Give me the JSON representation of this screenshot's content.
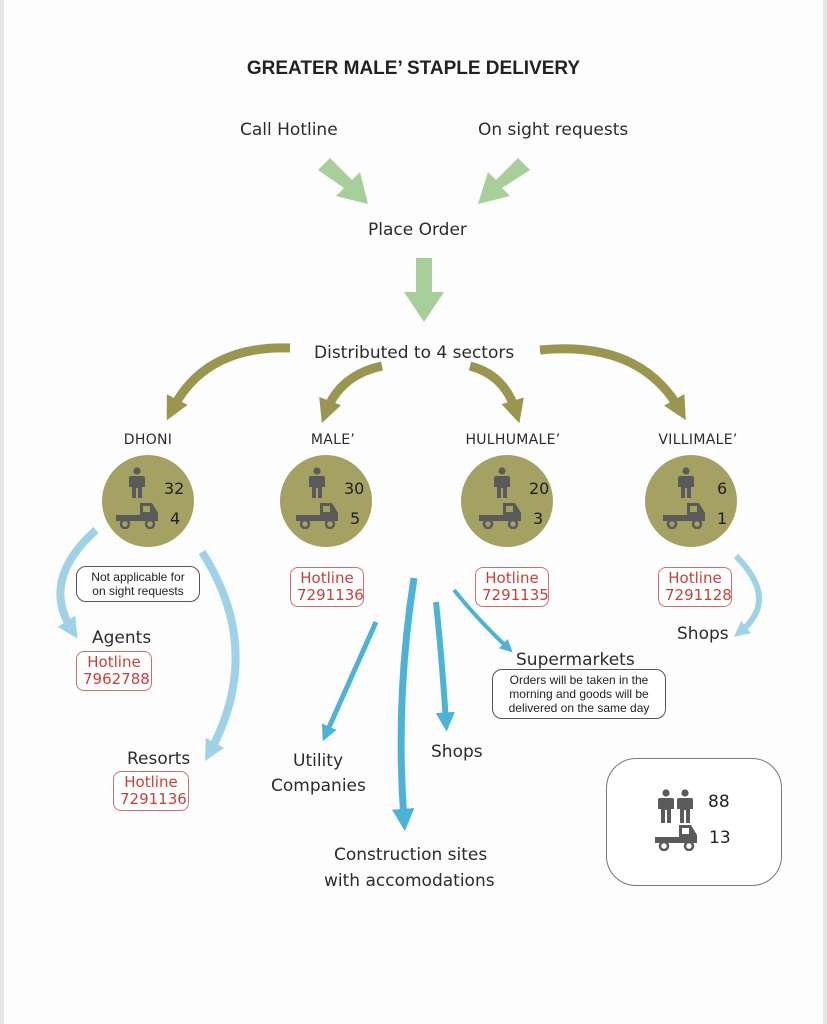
{
  "title": "GREATER MALE’ STAPLE DELIVERY",
  "inputs": {
    "call_hotline": "Call Hotline",
    "on_sight": "On sight requests"
  },
  "place_order": "Place Order",
  "distributed": "Distributed to 4 sectors",
  "sectors": [
    {
      "name": "DHONI",
      "people": "32",
      "trucks": "4",
      "note": [
        "Not applicable for",
        "on sight requests"
      ]
    },
    {
      "name": "MALE’",
      "people": "30",
      "trucks": "5",
      "hotline_label": "Hotline",
      "hotline_number": "7291136"
    },
    {
      "name": "HULHUMALE’",
      "people": "20",
      "trucks": "3",
      "hotline_label": "Hotline",
      "hotline_number": "7291135"
    },
    {
      "name": "VILLIMALE’",
      "people": "6",
      "trucks": "1",
      "hotline_label": "Hotline",
      "hotline_number": "7291128"
    }
  ],
  "destinations": {
    "agents": {
      "label": "Agents",
      "hotline_label": "Hotline",
      "hotline_number": "7962788"
    },
    "resorts": {
      "label": "Resorts",
      "hotline_label": "Hotline",
      "hotline_number": "7291136"
    },
    "utility": [
      "Utility",
      "Companies"
    ],
    "construction": [
      "Construction sites",
      "with accomodations"
    ],
    "shops_male": "Shops",
    "supermarkets": {
      "label": "Supermarkets",
      "note": [
        "Orders will be taken in the",
        "morning and goods will be",
        "delivered on the same day"
      ]
    },
    "shops_villimale": "Shops"
  },
  "summary": {
    "people_total": "88",
    "trucks_total": "13"
  },
  "colors": {
    "green_arrow": "#a8cf9a",
    "olive": "#a5a162",
    "olive_arrow": "#9a9650",
    "blue_arrow": "#4db3d6",
    "light_blue_arrow": "#9fd2e6",
    "hotline_red": "#c8403c",
    "icon_gray": "#5a5a5a"
  },
  "icons": {
    "person": "person-icon",
    "truck": "truck-icon",
    "two_people": "two-people-icon"
  }
}
